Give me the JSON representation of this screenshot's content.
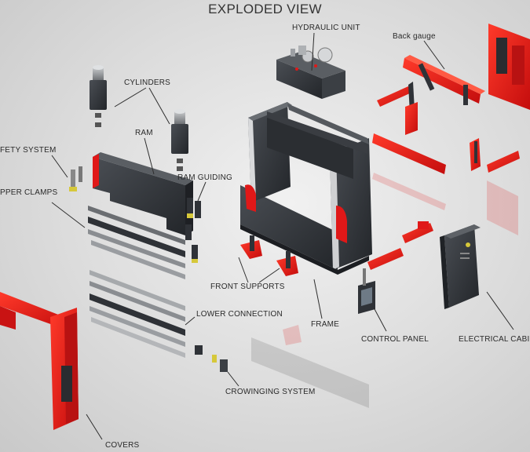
{
  "title": "EXPLODED VIEW",
  "labels": {
    "hydraulic_unit": "HYDRAULIC UNIT",
    "back_gauge": "Back gauge",
    "cylinders": "CYLINDERS",
    "ram": "RAM",
    "safety_system": "FETY SYSTEM",
    "upper_clamps": "PPER CLAMPS",
    "ram_guiding": "RAM GUIDING",
    "front_supports": "FRONT SUPPORTS",
    "lower_connection": "LOWER CONNECTION",
    "frame": "FRAME",
    "control_panel": "CONTROL PANEL",
    "electrical_cabinet": "ELECTRICAL CABINE",
    "crowinging_system": "CROWINGING SYSTEM",
    "covers": "COVERS"
  },
  "colors": {
    "accent_red": "#e01818",
    "dark_body": "#2f3237",
    "steel": "#8a8d91",
    "text": "#2a2a2a"
  }
}
